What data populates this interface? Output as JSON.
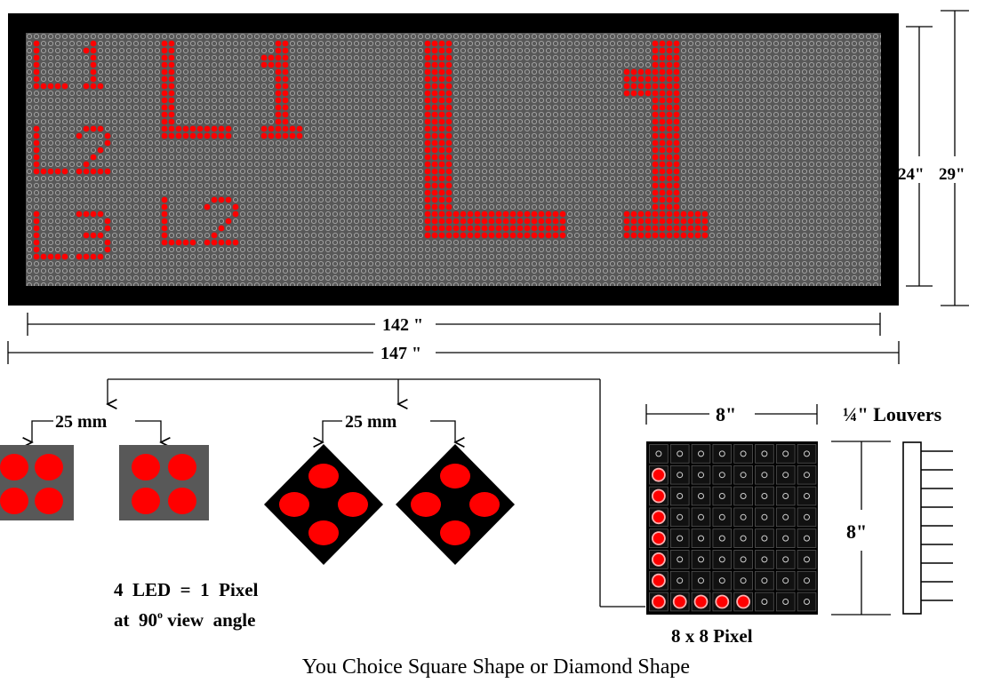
{
  "sign": {
    "display_line1_small": "L1",
    "display_line2_small": "L2",
    "display_line3_small": "L3",
    "display_medium_top": "L1",
    "display_medium_bottom": "L2",
    "display_large": "L1",
    "led_color": "#ff0000",
    "frame_color": "#000000",
    "panel_color": "#585858"
  },
  "dimensions": {
    "inner_width": "142 \"",
    "outer_width": "147 \"",
    "inner_height": "24\"",
    "outer_height": "29\""
  },
  "square_option": {
    "spacing_label": "25 mm"
  },
  "diamond_option": {
    "spacing_label": "25 mm"
  },
  "pixel_note": {
    "line1": "4  LED  =  1  Pixel",
    "line2_prefix": "at  90",
    "line2_degree": "o",
    "line2_suffix": " view  angle"
  },
  "module": {
    "width_label": "8\"",
    "height_label": "8\"",
    "louver_label": "¼\" Louvers",
    "caption": "8 x 8 Pixel",
    "grid_columns": 8,
    "grid_rows": 8,
    "lit_pixels": [
      [
        0,
        1
      ],
      [
        0,
        2
      ],
      [
        0,
        3
      ],
      [
        0,
        4
      ],
      [
        0,
        5
      ],
      [
        0,
        6
      ],
      [
        0,
        7
      ],
      [
        1,
        7
      ],
      [
        2,
        7
      ],
      [
        3,
        7
      ],
      [
        4,
        7
      ]
    ]
  },
  "footer": {
    "caption": "You Choice Square Shape or Diamond Shape"
  }
}
